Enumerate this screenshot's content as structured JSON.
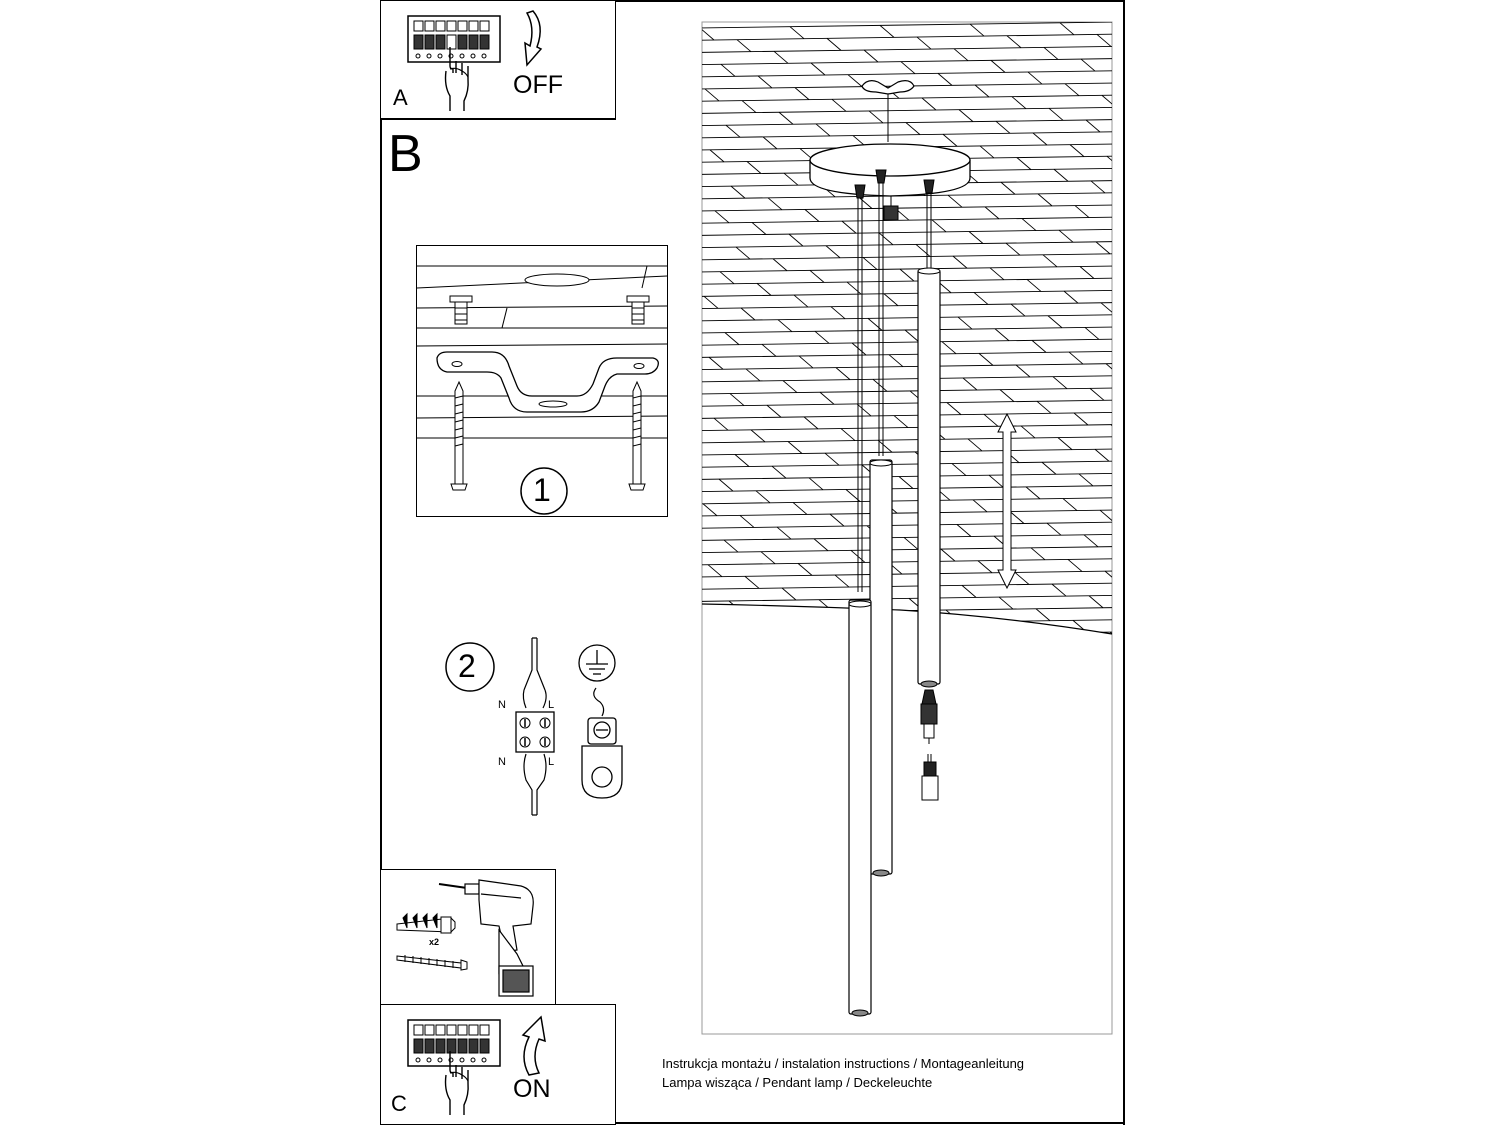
{
  "step_a": {
    "letter": "A",
    "action": "OFF"
  },
  "step_b": {
    "letter": "B"
  },
  "step_c": {
    "letter": "C",
    "action": "ON"
  },
  "detail_1": {
    "number": "1"
  },
  "detail_2": {
    "number": "2",
    "neutral": "N",
    "live": "L"
  },
  "drill_panel": {
    "quantity": "x2"
  },
  "footer": {
    "line1": "Instrukcja montażu / instalation instructions / Montageanleitung",
    "line2": "Lampa wisząca / Pendant lamp / Deckeleuchte"
  }
}
